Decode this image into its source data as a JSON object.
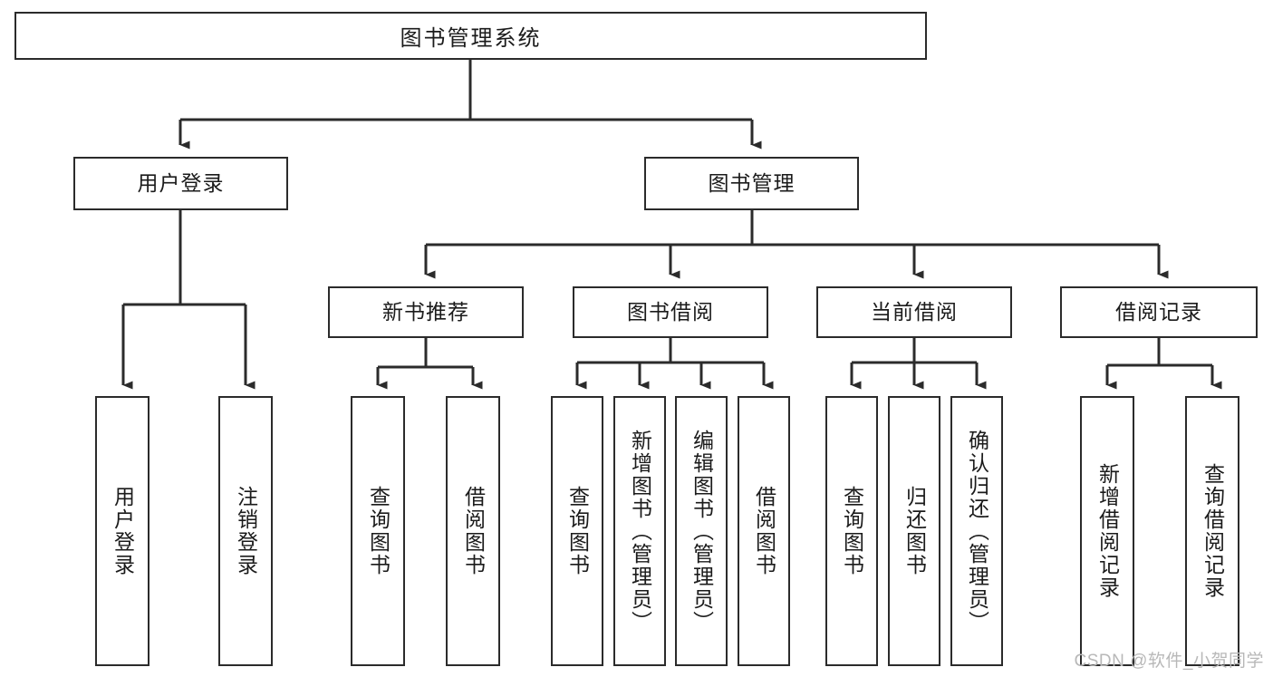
{
  "diagram": {
    "title": "图书管理系统",
    "type": "tree-hierarchy-chart",
    "line_color": "#2b2b2b",
    "box_fill": "#ffffff",
    "text_color": "#1b1b1b",
    "root": {
      "label": "图书管理系统"
    },
    "level2": [
      {
        "label": "用户登录"
      },
      {
        "label": "图书管理"
      }
    ],
    "level3": [
      {
        "label": "新书推荐"
      },
      {
        "label": "图书借阅"
      },
      {
        "label": "当前借阅"
      },
      {
        "label": "借阅记录"
      }
    ],
    "leaves": {
      "user_login": [
        {
          "label": "用户登录"
        },
        {
          "label": "注销登录"
        }
      ],
      "new_book_recommend": [
        {
          "label": "查询图书"
        },
        {
          "label": "借阅图书"
        }
      ],
      "book_borrow": [
        {
          "label": "查询图书"
        },
        {
          "label": "新增图书（管理员）"
        },
        {
          "label": "编辑图书（管理员）"
        },
        {
          "label": "借阅图书"
        }
      ],
      "current_borrow": [
        {
          "label": "查询图书"
        },
        {
          "label": "归还图书"
        },
        {
          "label": "确认归还（管理员）"
        }
      ],
      "borrow_record": [
        {
          "label": "新增借阅记录"
        },
        {
          "label": "查询借阅记录"
        }
      ]
    }
  },
  "watermark": {
    "text": "CSDN @软件_小贺同学"
  }
}
